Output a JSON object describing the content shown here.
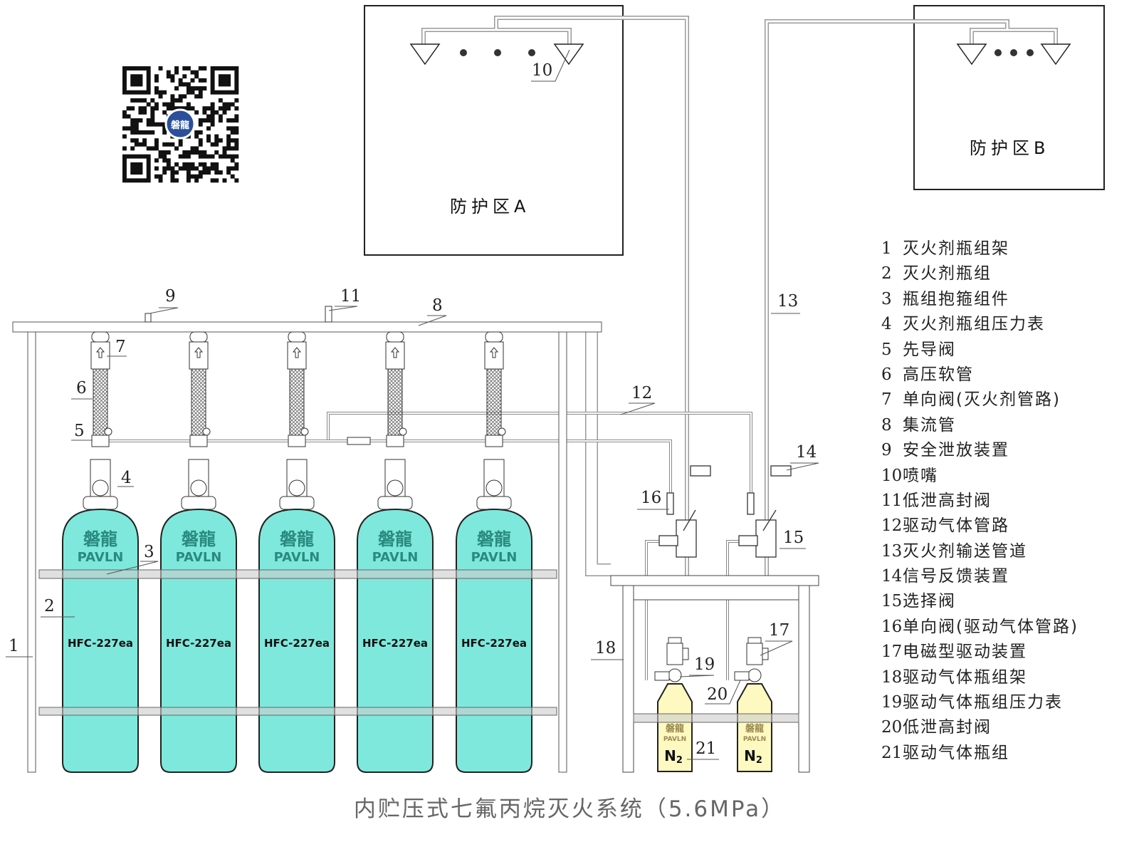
{
  "title": "内贮压式七氟丙烷灭火系统（5.6MPa）",
  "zones": {
    "a": "防护区A",
    "b": "防护区B"
  },
  "cylinder": {
    "brand_cn": "磐龍",
    "brand_en": "PAVLN",
    "agent": "HFC-227ea",
    "count": 5,
    "color": "#7fe8dc"
  },
  "n2_cylinder": {
    "brand_cn": "磐龍",
    "brand_en": "PAVLN",
    "gas": "N",
    "gas_sub": "2",
    "count": 2,
    "color": "#fdf9c0"
  },
  "qr_logo": "磐龍",
  "callouts": [
    "1",
    "2",
    "3",
    "4",
    "5",
    "6",
    "7",
    "8",
    "9",
    "10",
    "11",
    "12",
    "13",
    "14",
    "15",
    "16",
    "17",
    "18",
    "19",
    "20",
    "21"
  ],
  "legend": [
    {
      "n": "1",
      "text": "灭火剂瓶组架"
    },
    {
      "n": "2",
      "text": "灭火剂瓶组"
    },
    {
      "n": "3",
      "text": "瓶组抱箍组件"
    },
    {
      "n": "4",
      "text": "灭火剂瓶组压力表"
    },
    {
      "n": "5",
      "text": "先导阀"
    },
    {
      "n": "6",
      "text": "高压软管"
    },
    {
      "n": "7",
      "text": "单向阀(灭火剂管路)"
    },
    {
      "n": "8",
      "text": "集流管"
    },
    {
      "n": "9",
      "text": "安全泄放装置"
    },
    {
      "n": "10",
      "text": "喷嘴"
    },
    {
      "n": "11",
      "text": "低泄高封阀"
    },
    {
      "n": "12",
      "text": "驱动气体管路"
    },
    {
      "n": "13",
      "text": "灭火剂输送管道"
    },
    {
      "n": "14",
      "text": "信号反馈装置"
    },
    {
      "n": "15",
      "text": "选择阀"
    },
    {
      "n": "16",
      "text": "单向阀(驱动气体管路)"
    },
    {
      "n": "17",
      "text": "电磁型驱动装置"
    },
    {
      "n": "18",
      "text": "驱动气体瓶组架"
    },
    {
      "n": "19",
      "text": "驱动气体瓶组压力表"
    },
    {
      "n": "20",
      "text": "低泄高封阀"
    },
    {
      "n": "21",
      "text": "驱动气体瓶组"
    }
  ]
}
